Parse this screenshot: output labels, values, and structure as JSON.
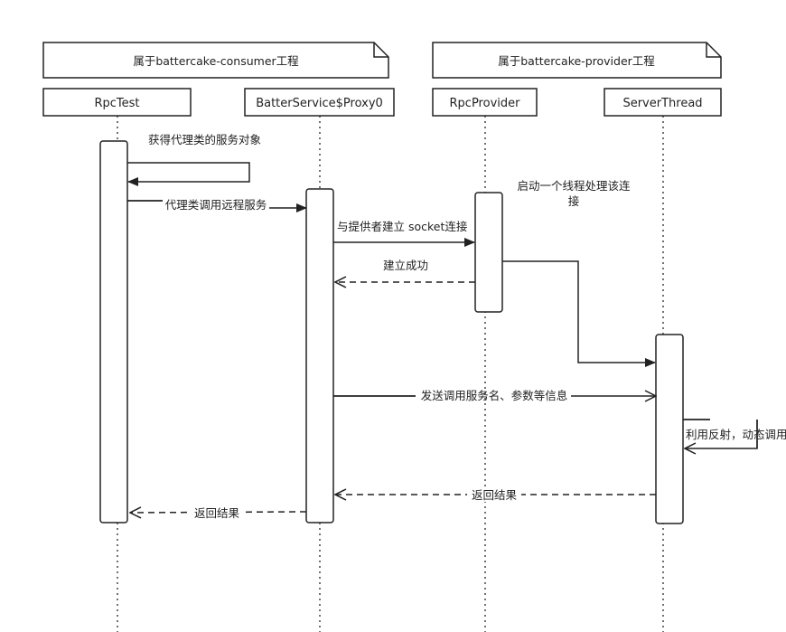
{
  "groups": {
    "consumer": "属于battercake-consumer工程",
    "provider": "属于battercake-provider工程"
  },
  "participants": {
    "rpctest": "RpcTest",
    "proxy": "BatterService$Proxy0",
    "rpcprovider": "RpcProvider",
    "serverthread": "ServerThread"
  },
  "messages": {
    "get_proxy": "获得代理类的服务对象",
    "call_remote": "代理类调用远程服务",
    "connect": "与提供者建立 socket连接",
    "start_thread_line1": "启动一个线程处理该连",
    "start_thread_line2": "接",
    "connected": "建立成功",
    "send_info": "发送调用服务名、参数等信息",
    "reflect": "利用反射，动态调用",
    "return_server": "返回结果",
    "return_client": "返回结果"
  }
}
